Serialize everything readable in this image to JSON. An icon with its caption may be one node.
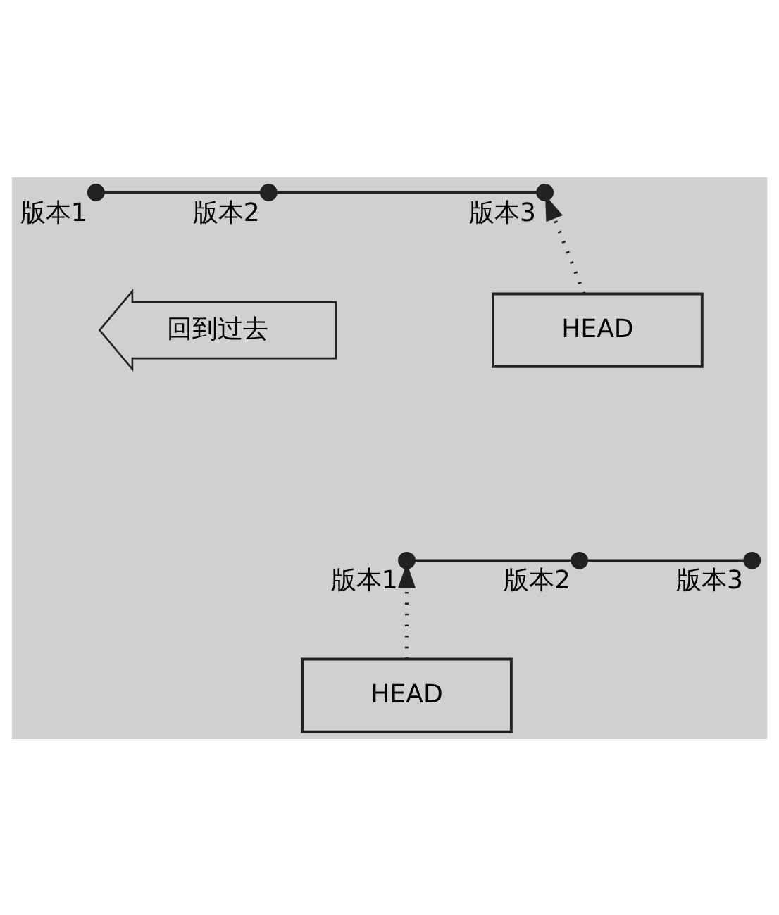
{
  "diagram": {
    "nodes": [
      {
        "text": [
          "版本1"
        ]
      },
      {
        "text": [
          "版本2"
        ]
      },
      {
        "text": [
          "版本3"
        ]
      },
      {
        "text": [
          "回到过去"
        ]
      },
      {
        "text": [
          "HEAD"
        ]
      },
      {
        "text": [
          "版本1"
        ]
      },
      {
        "text": [
          "版本2"
        ]
      },
      {
        "text": [
          "版本3"
        ]
      },
      {
        "text": [
          "HEAD"
        ]
      }
    ],
    "edges": [
      {
        "from": 0,
        "to": 1,
        "arrow": "none"
      },
      {
        "from": 1,
        "to": 2,
        "arrow": "none"
      },
      {
        "from": 4,
        "to": 2,
        "arrow": "to",
        "style": "dashed"
      },
      {
        "from": 5,
        "to": 6,
        "arrow": "none"
      },
      {
        "from": 6,
        "to": 7,
        "arrow": "none"
      },
      {
        "from": 8,
        "to": 5,
        "arrow": "to",
        "style": "dashed"
      }
    ]
  }
}
